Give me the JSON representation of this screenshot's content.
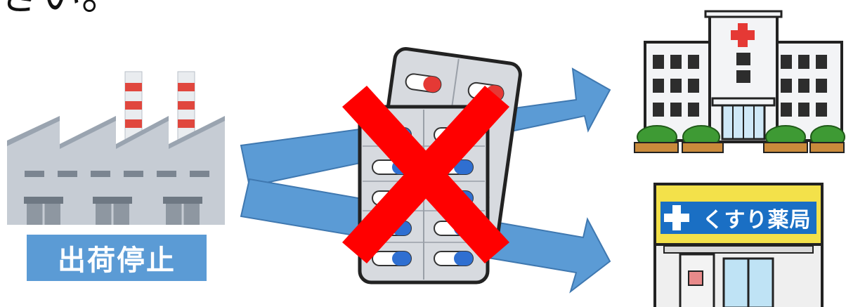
{
  "top_text": "きい。",
  "factory": {
    "label": "出荷停止"
  },
  "pharmacy": {
    "sign": "くすり薬局"
  },
  "colors": {
    "arrow": "#5b9bd5",
    "arrow_stroke": "#3f78b0",
    "cross": "#ff0000",
    "factory_wall": "#c6ccd4",
    "factory_roof": "#9aa4b0",
    "chimney_red": "#e0473e",
    "pack_bg": "#d7dadf",
    "pharmacy_sign": "#1a6fc4",
    "pharmacy_awning": "#f3e14a",
    "hospital_cross": "#e53935",
    "bush": "#3e9a34"
  }
}
